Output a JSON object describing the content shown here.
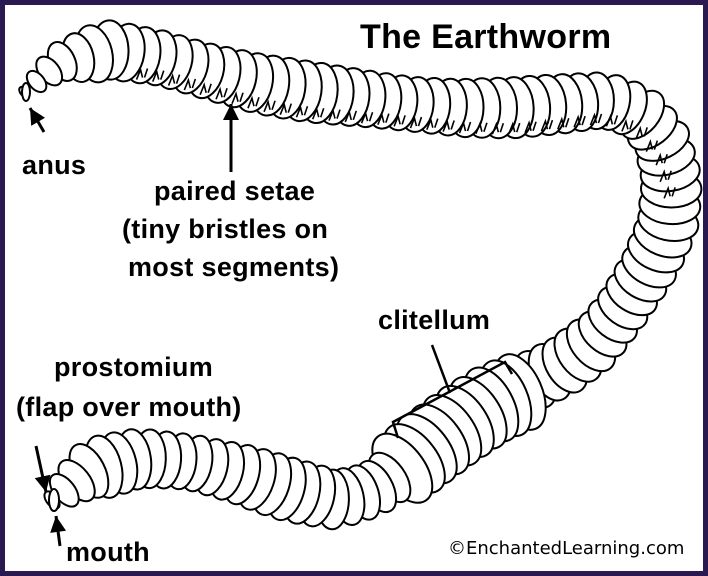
{
  "title": "The Earthworm",
  "labels": {
    "anus": "anus",
    "paired_setae": "paired setae",
    "setae_note_1": "(tiny bristles on",
    "setae_note_2": "most segments)",
    "clitellum": "clitellum",
    "prostomium": "prostomium",
    "prostomium_note": "(flap over mouth)",
    "mouth": "mouth"
  },
  "copyright": "©EnchantedLearning.com",
  "colors": {
    "frame": "#2a1850",
    "ink": "#000000",
    "background": "#ffffff"
  }
}
